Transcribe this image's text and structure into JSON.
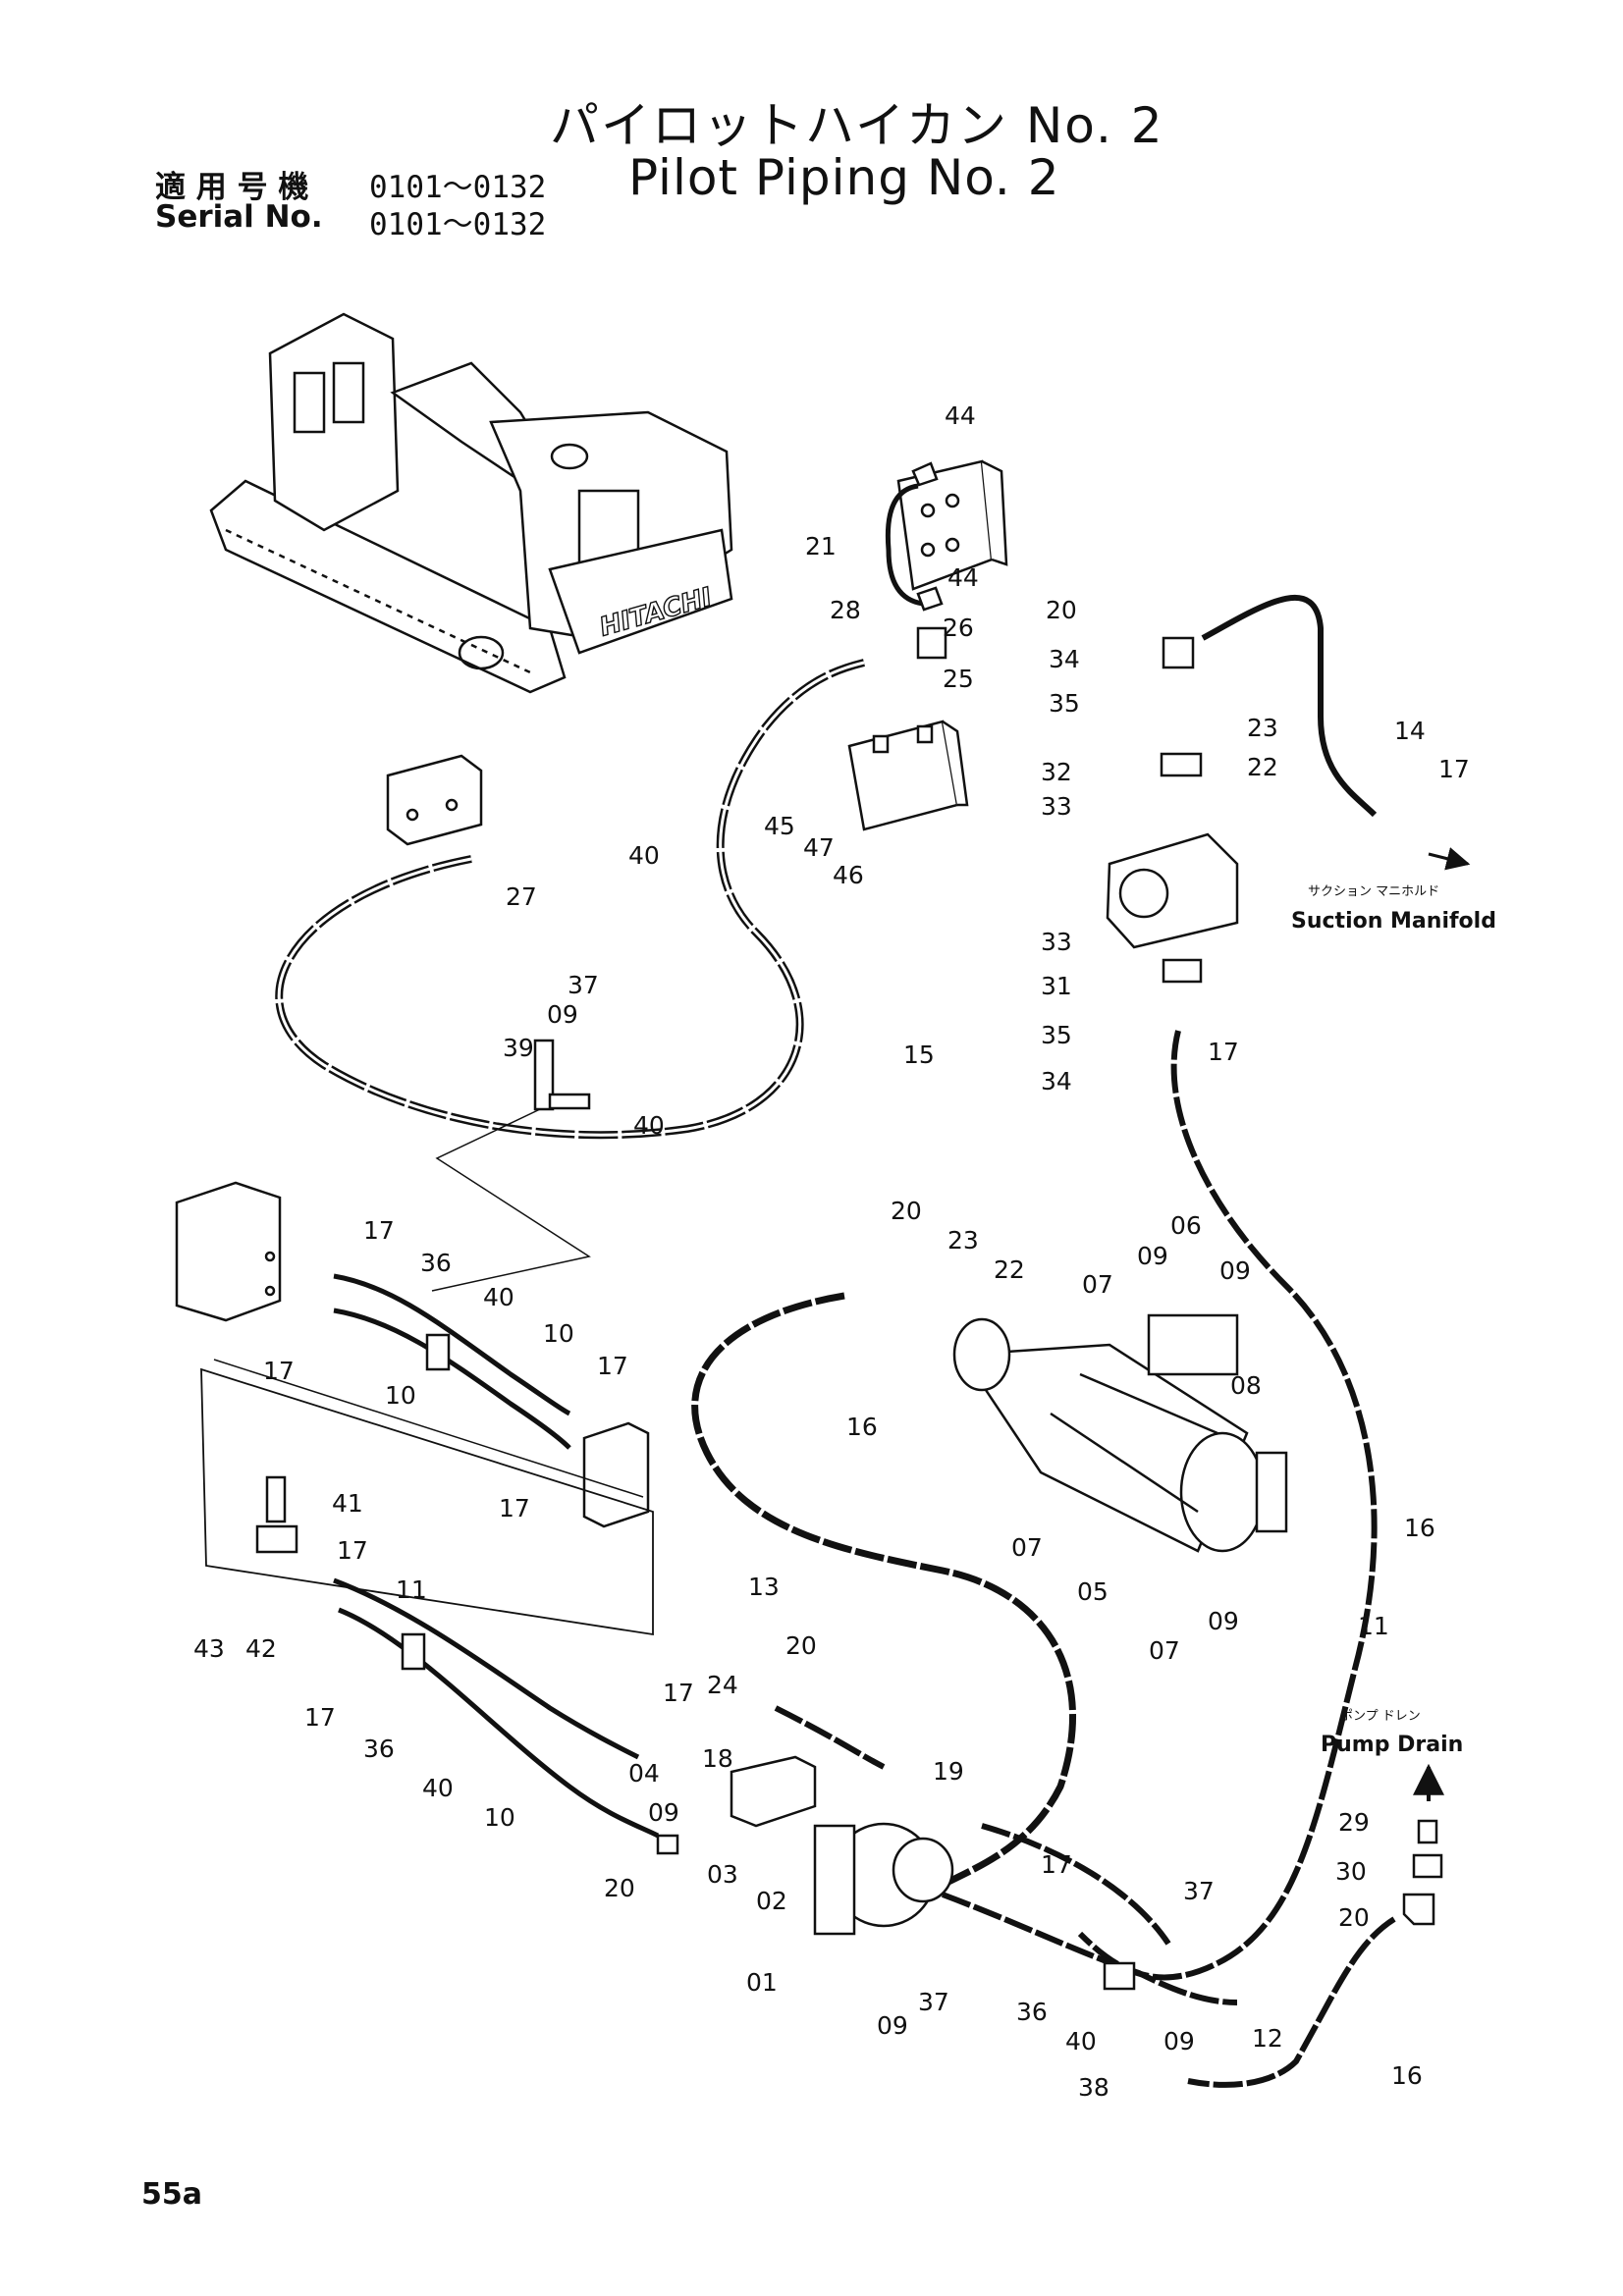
{
  "header": {
    "title_jp": "パイロットハイカン No. 2",
    "title_en": "Pilot Piping No. 2",
    "applicable_label": "適 用 号 機",
    "applicable_value": "0101～0132",
    "serial_label": "Serial No.",
    "serial_value": "0101～0132"
  },
  "notes": {
    "suction_jp": "サクション マニホルド",
    "suction_en": "Suction Manifold",
    "drain_jp": "ポンプ ドレン",
    "drain_en": "Pump Drain"
  },
  "machine_brand": "HITACHI",
  "callouts": [
    "44",
    "21",
    "44",
    "28",
    "26",
    "25",
    "20",
    "34",
    "35",
    "23",
    "22",
    "14",
    "17",
    "32",
    "33",
    "33",
    "31",
    "35",
    "17",
    "34",
    "27",
    "45",
    "40",
    "47",
    "46",
    "37",
    "09",
    "39",
    "15",
    "40",
    "20",
    "23",
    "22",
    "06",
    "07",
    "09",
    "09",
    "08",
    "17",
    "36",
    "40",
    "17",
    "10",
    "10",
    "17",
    "17",
    "16",
    "13",
    "05",
    "07",
    "16",
    "07",
    "09",
    "11",
    "41",
    "17",
    "11",
    "43",
    "42",
    "17",
    "36",
    "40",
    "10",
    "17",
    "24",
    "20",
    "18",
    "04",
    "09",
    "20",
    "03",
    "02",
    "19",
    "17",
    "01",
    "09",
    "37",
    "37",
    "36",
    "40",
    "09",
    "38",
    "12",
    "16",
    "29",
    "30",
    "20"
  ],
  "page_number": "55a"
}
